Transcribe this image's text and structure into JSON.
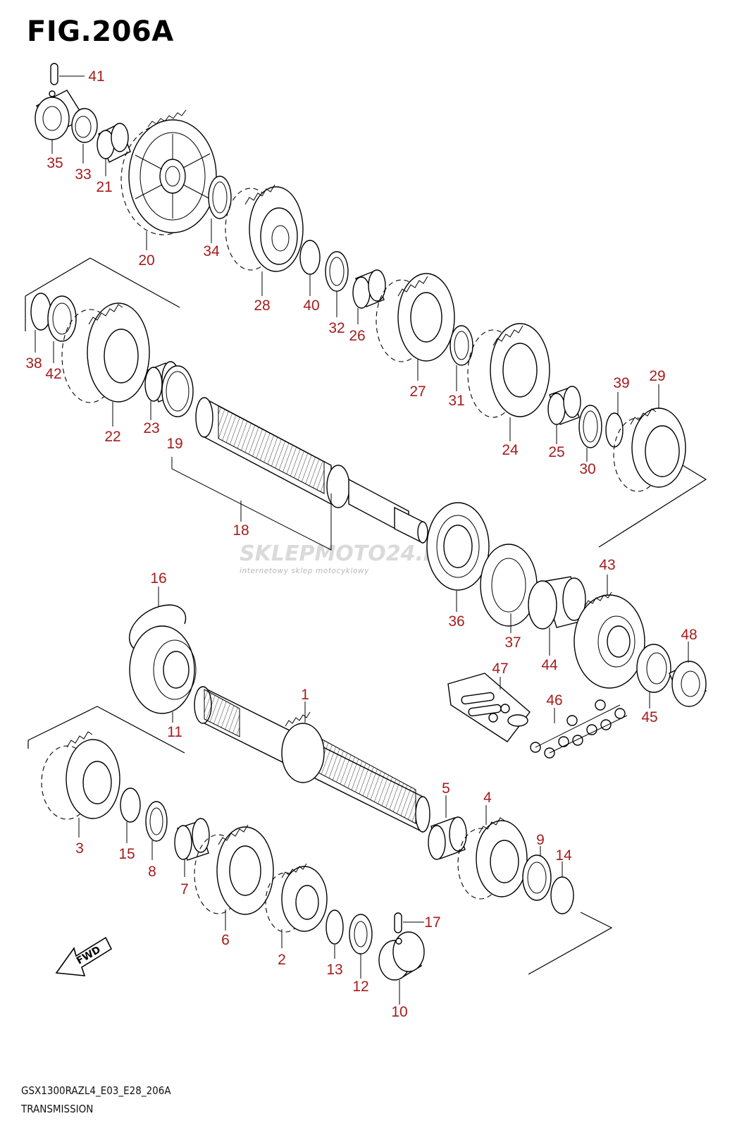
{
  "figure": {
    "title": "FIG.206A",
    "model_code": "GSX1300RAZL4_E03_E28_206A",
    "section_name": "TRANSMISSION"
  },
  "watermark": {
    "main": "SKLEPMOTO24.PL",
    "sub": "internetowy sklep motocyklowy"
  },
  "fwd_label": "FWD",
  "colors": {
    "callout": "#a51c1c",
    "line": "#000000",
    "watermark": "#bdbdbd"
  },
  "callouts": [
    "41",
    "35",
    "33",
    "21",
    "20",
    "34",
    "28",
    "40",
    "32",
    "26",
    "38",
    "42",
    "22",
    "23",
    "19",
    "27",
    "31",
    "24",
    "25",
    "39",
    "29",
    "30",
    "18",
    "36",
    "37",
    "44",
    "43",
    "48",
    "45",
    "16",
    "11",
    "47",
    "46",
    "1",
    "3",
    "15",
    "8",
    "7",
    "6",
    "2",
    "5",
    "4",
    "9",
    "14",
    "13",
    "12",
    "17",
    "10"
  ]
}
